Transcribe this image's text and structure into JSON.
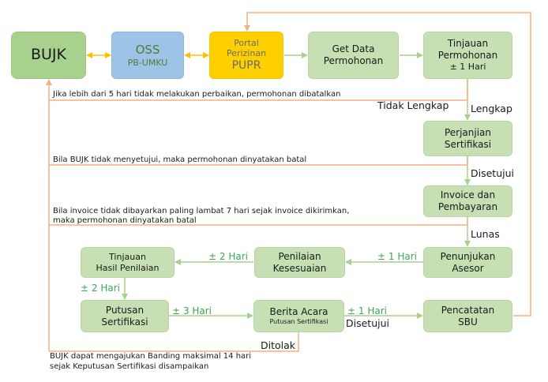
{
  "nodes": {
    "bujk": "BUJK",
    "oss": {
      "line1": "OSS",
      "line2": "PB-UMKU"
    },
    "pupr": {
      "line1": "Portal",
      "line2": "Perizinan",
      "line3": "PUPR"
    },
    "get_data": {
      "line1": "Get Data",
      "line2": "Permohonan"
    },
    "tinjauan_permohonan": {
      "line1": "Tinjauan",
      "line2": "Permohonan",
      "line3": "± 1 Hari"
    },
    "perjanjian": {
      "line1": "Perjanjian",
      "line2": "Sertifikasi"
    },
    "invoice": {
      "line1": "Invoice dan",
      "line2": "Pembayaran"
    },
    "penunjukan": {
      "line1": "Penunjukan",
      "line2": "Asesor"
    },
    "penilaian": {
      "line1": "Penilaian",
      "line2": "Kesesuaian"
    },
    "tinjauan_hasil": {
      "line1": "Tinjauan",
      "line2": "Hasil Penilaian"
    },
    "putusan": {
      "line1": "Putusan",
      "line2": "Sertifikasi"
    },
    "berita_acara": {
      "line1": "Berita Acara",
      "line2": "Putusan Sertifikasi"
    },
    "pencatatan": {
      "line1": "Pencatatan",
      "line2": "SBU"
    }
  },
  "edge_labels": {
    "tidak_lengkap": "Tidak Lengkap",
    "lengkap": "Lengkap",
    "disetujui_1": "Disetujui",
    "lunas": "Lunas",
    "disetujui_2": "Disetujui",
    "ditolak": "Ditolak",
    "dur_penunjukan_penilaian": "± 1 Hari",
    "dur_penilaian_tinjauan": "± 2 Hari",
    "dur_tinjauan_putusan": "± 2 Hari",
    "dur_putusan_berita": "± 3 Hari",
    "dur_berita_pencatatan": "± 1 Hari"
  },
  "notes": {
    "note1": "Jika lebih dari 5 hari tidak melakukan perbaikan, permohonan dibatalkan",
    "note2": "Bila BUJK tidak menyetujui, maka permohonan dinyatakan batal",
    "note3_line1": "Bila invoice tidak dibayarkan paling lambat 7 hari sejak invoice dikirimkan,",
    "note3_line2": "maka permohonan dinyatakan batal",
    "note4_line1": "BUJK dapat mengajukan Banding maksimal 14 hari",
    "note4_line2": "sejak Keputusan Sertifikasi disampaikan"
  },
  "colors": {
    "green_box": "#c6e0b4",
    "bujk_box": "#a9d18e",
    "oss_box": "#9dc3e6",
    "pupr_box": "#ffd000",
    "orange_line": "#f4b183",
    "green_arrow": "#a9d18e",
    "duration_text": "#3aa655"
  }
}
